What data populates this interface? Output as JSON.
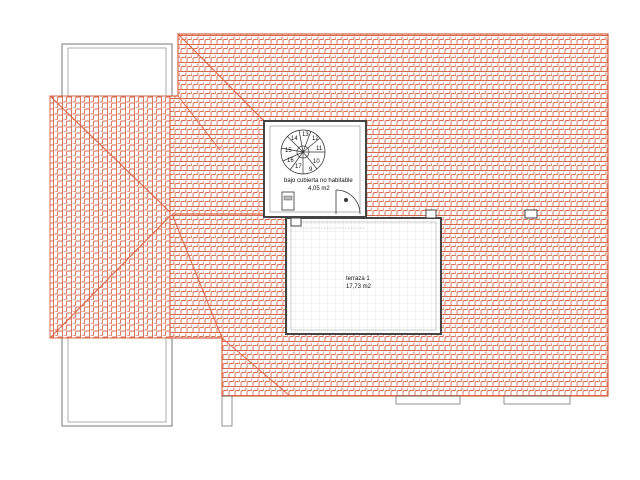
{
  "rooms": [
    {
      "id": "attic",
      "name": "bajo cubierta no habitable",
      "area": "4,05 m2"
    },
    {
      "id": "terrace",
      "name": "terraza 1",
      "area": "17,73 m2"
    }
  ],
  "stair_step_numbers": [
    "9",
    "10",
    "11",
    "12",
    "13",
    "14",
    "15",
    "16",
    "17"
  ],
  "colors": {
    "tile": "#d9694c",
    "tile_bg": "#ffffff",
    "outline": "#555555",
    "terrace_grid": "#cfcfcf"
  }
}
